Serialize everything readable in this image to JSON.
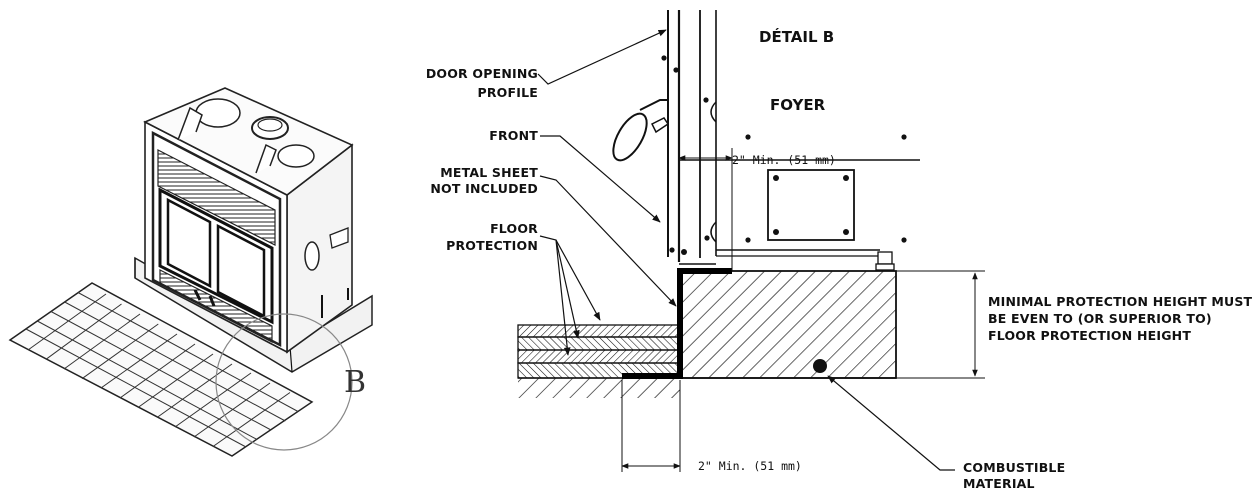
{
  "detail_title": "DÉTAIL B",
  "foyer_label": "FOYER",
  "callout_letter": "B",
  "labels": {
    "door_opening_line1": "DOOR OPENING",
    "door_opening_line2": "PROFILE",
    "front": "FRONT",
    "metal_sheet_line1": "METAL SHEET",
    "metal_sheet_line2": "NOT INCLUDED",
    "floor_protection_line1": "FLOOR",
    "floor_protection_line2": "PROTECTION",
    "min_height_line1": "MINIMAL PROTECTION HEIGHT MUST",
    "min_height_line2": "BE EVEN TO (OR SUPERIOR TO)",
    "min_height_line3": "FLOOR PROTECTION HEIGHT",
    "combustible_line1": "COMBUSTIBLE",
    "combustible_line2": "MATERIAL"
  },
  "dimensions": {
    "top_clearance": "2\" Min. (51 mm)",
    "bottom_clearance": "2\" Min. (51 mm)"
  }
}
